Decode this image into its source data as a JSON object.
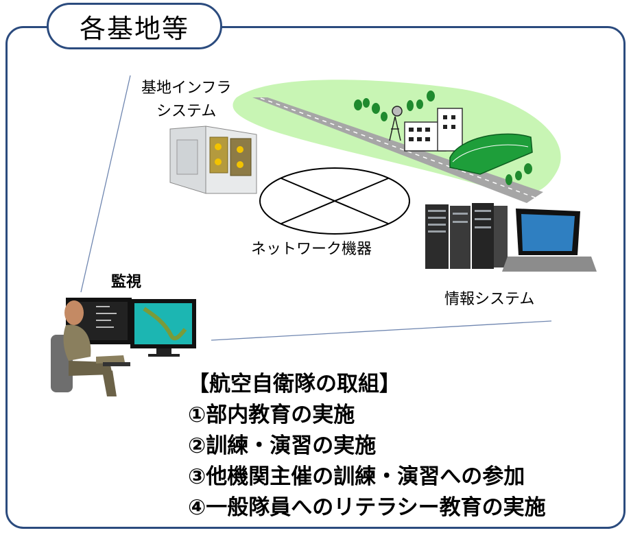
{
  "header": {
    "title": "各基地等"
  },
  "labels": {
    "infra_line1": "基地インフラ",
    "infra_line2": "システム",
    "network": "ネットワーク機器",
    "info_system": "情報システム",
    "monitoring": "監視"
  },
  "initiatives": {
    "heading": "【航空自衛隊の取組】",
    "items": [
      "①部内教育の実施",
      "②訓練・演習の実施",
      "③他機関主催の訓練・演習への参加",
      "④一般隊員へのリテラシー教育の実施"
    ]
  },
  "colors": {
    "frame": "#2b4b7e",
    "base_area": "#c8f5b4",
    "runway": "#a6a6a6",
    "hangar": "#1e9e3a",
    "tree": "#1f8a2e"
  }
}
